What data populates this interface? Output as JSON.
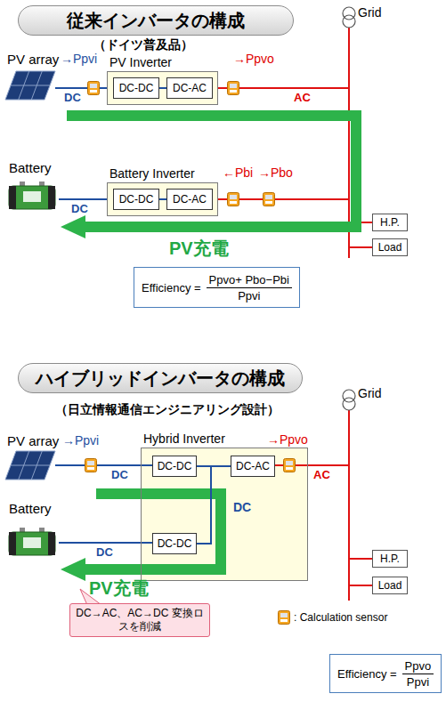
{
  "diagram": {
    "nodes": [
      {
        "text": [
          "従来インバータの構成"
        ]
      },
      {
        "text": [
          "PV Inverter"
        ]
      },
      {
        "text": [
          "DC-DC"
        ],
        "in": 1
      },
      {
        "text": [
          "DC-AC"
        ],
        "in": 1
      },
      {
        "text": [
          "Battery Inverter"
        ]
      },
      {
        "text": [
          "DC-DC"
        ],
        "in": 4
      },
      {
        "text": [
          "DC-AC"
        ],
        "in": 4
      },
      {
        "text": [
          "H.P."
        ]
      },
      {
        "text": [
          "Load"
        ]
      },
      {
        "text": [
          "Efficiency =",
          "Ppvo+ Pbo−Pbi",
          "Ppvi"
        ]
      },
      {
        "text": [
          "ハイブリッドインバータの構成"
        ]
      },
      {
        "text": [
          "Hybrid Inverter"
        ]
      },
      {
        "text": [
          "DC-DC"
        ],
        "in": 11
      },
      {
        "text": [
          "DC-AC"
        ],
        "in": 11
      },
      {
        "text": [
          "DC-DC"
        ],
        "in": 11
      },
      {
        "text": [
          "H.P."
        ]
      },
      {
        "text": [
          "Load"
        ]
      },
      {
        "text": [
          "DC→AC、AC→DC 変換ロスを削減"
        ]
      },
      {
        "text": [
          "Efficiency =",
          "Ppvo",
          "Ppvi"
        ]
      }
    ],
    "edges": [
      {
        "from": 2,
        "to": 3,
        "arrow": "none"
      },
      {
        "from": 5,
        "to": 6,
        "arrow": "none"
      },
      {
        "from": 12,
        "to": 13,
        "arrow": "none"
      },
      {
        "from": 12,
        "to": 14,
        "arrow": "none"
      }
    ],
    "labels": [
      "（ドイツ普及品）",
      "Grid",
      "PV array",
      "→Ppvi",
      "→Ppvo",
      "DC",
      "AC",
      "Battery",
      "←Pbi",
      "→Pbo",
      "DC",
      "PV充電",
      "（日立情報通信エンジニアリング設計）",
      "PV array",
      "→Ppvi",
      "→Ppvo",
      "Grid",
      "DC",
      "DC",
      "AC",
      "Battery",
      "DC",
      "PV充電"
    ],
    "legend": [
      {
        "text": ": Calculation sensor"
      }
    ]
  }
}
